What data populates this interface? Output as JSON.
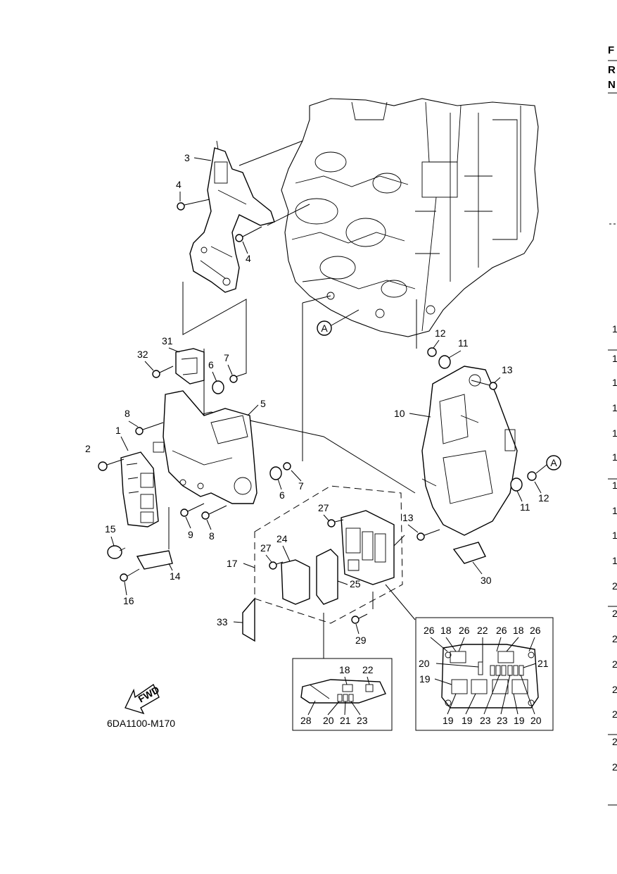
{
  "diagram": {
    "code": "6DA1100-M170",
    "fwd_label": "FWD",
    "ref_marker": "A",
    "callouts": [
      "1",
      "2",
      "3",
      "4",
      "4",
      "5",
      "6",
      "6",
      "7",
      "7",
      "8",
      "8",
      "9",
      "10",
      "11",
      "11",
      "12",
      "12",
      "13",
      "13",
      "14",
      "15",
      "16",
      "17",
      "24",
      "25",
      "27",
      "27",
      "29",
      "30",
      "31",
      "32",
      "33"
    ],
    "detail_small_callouts": [
      "18",
      "22",
      "28",
      "20",
      "21",
      "23"
    ],
    "detail_large_callouts": [
      "26",
      "18",
      "26",
      "22",
      "26",
      "18",
      "26",
      "20",
      "21",
      "19",
      "19",
      "19",
      "23",
      "23",
      "19",
      "20"
    ]
  },
  "right_edge": {
    "header_chars": [
      "F",
      "R",
      "N"
    ],
    "row_numbers": [
      "1",
      "1",
      "1",
      "1",
      "1",
      "1",
      "1",
      "1",
      "1",
      "1",
      "2",
      "2",
      "2",
      "2",
      "2",
      "2",
      "2",
      "2"
    ]
  }
}
